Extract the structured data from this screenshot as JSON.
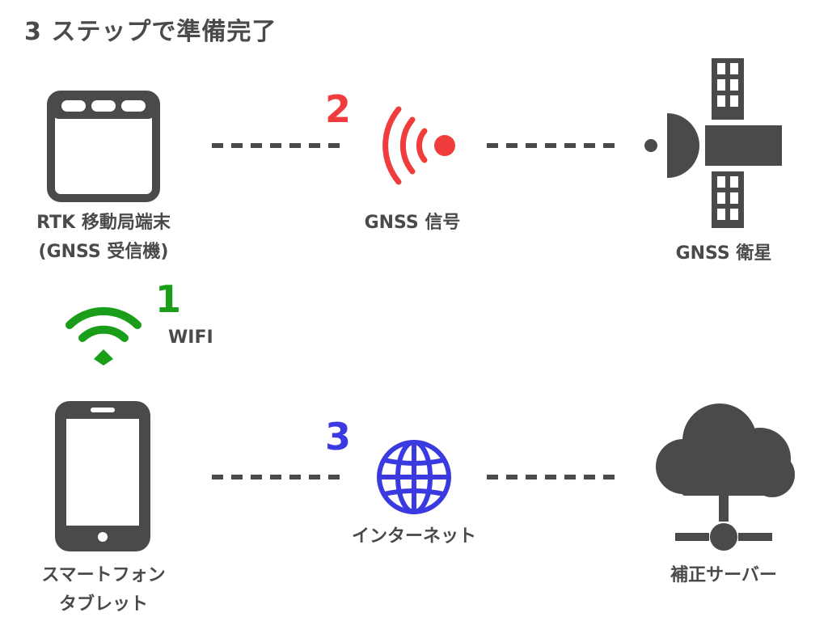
{
  "title": "3 ステップで準備完了",
  "nodes": {
    "rtk": {
      "label_line1": "RTK 移動局端末",
      "label_line2": "(GNSS 受信機)"
    },
    "gnss_signal": {
      "label": "GNSS 信号"
    },
    "satellite": {
      "label": "GNSS 衛星"
    },
    "wifi": {
      "label": "WIFI"
    },
    "smartphone": {
      "label_line1": "スマートフォン",
      "label_line2": "タブレット"
    },
    "internet": {
      "label": "インターネット"
    },
    "server": {
      "label": "補正サーバー"
    }
  },
  "steps": {
    "wifi_step": {
      "number": "1",
      "color": "#1a9e1a"
    },
    "gnss_step": {
      "number": "2",
      "color": "#f03c3c"
    },
    "internet_step": {
      "number": "3",
      "color": "#3a3ae0"
    }
  },
  "colors": {
    "icon": "#4a4a4a",
    "wifi": "#1a9e1a",
    "signal": "#f03c3c",
    "globe": "#3a3ae0"
  },
  "icons": {
    "rtk": "rtk-receiver-icon",
    "signal": "signal-wave-icon",
    "satellite": "satellite-icon",
    "wifi": "wifi-icon",
    "smartphone": "smartphone-icon",
    "globe": "globe-icon",
    "server": "cloud-server-icon"
  }
}
